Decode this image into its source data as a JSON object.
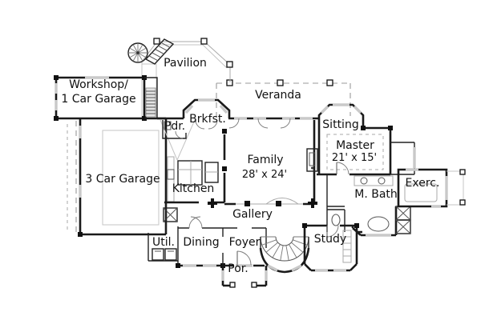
{
  "plan": {
    "rooms": {
      "workshop_line1": "Workshop/",
      "workshop_line2": "1 Car Garage",
      "pavilion": "Pavilion",
      "veranda": "Veranda",
      "pdr": "Pdr.",
      "brkfst": "Brkfst.",
      "sitting": "Sitting",
      "master": "Master",
      "master_dims": "21' x 15'",
      "family": "Family",
      "family_dims": "28' x 24'",
      "garage3": "3 Car Garage",
      "kitchen": "Kitchen",
      "mbath": "M. Bath",
      "exerc": "Exerc.",
      "gallery": "Gallery",
      "util": "Util.",
      "dining": "Dining",
      "foyer": "Foyer",
      "study": "Study",
      "por": "Por."
    },
    "colors": {
      "wall": "#1a1a1a",
      "window": "#c9c9c9",
      "overhang": "#999999",
      "background": "#ffffff",
      "text": "#111111"
    }
  }
}
